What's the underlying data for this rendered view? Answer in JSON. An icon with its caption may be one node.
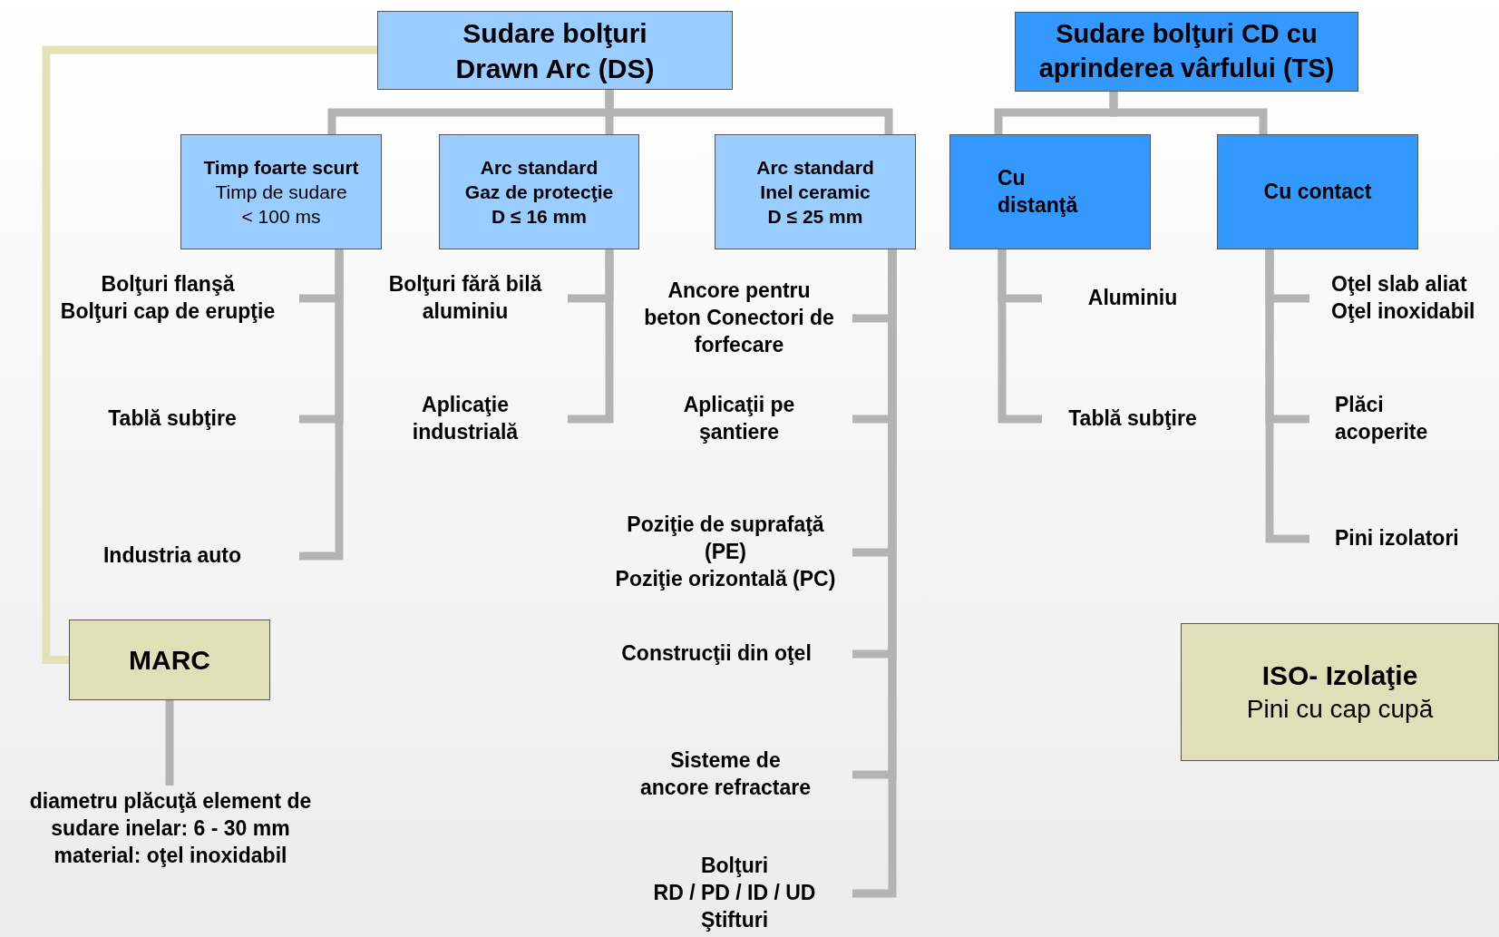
{
  "diagram": {
    "nodes": [
      {
        "text": [
          "Sudare bolţuri Drawn Arc (DS)"
        ]
      },
      {
        "text": [
          "Sudare bolţuri CD cu aprinderea vârfului (TS)"
        ]
      },
      {
        "text": [
          "Timp foarte scurt",
          "Timp de sudare",
          "< 100 ms"
        ]
      },
      {
        "text": [
          "Arc standard",
          "Gaz de protecţie",
          "D ≤ 16 mm"
        ]
      },
      {
        "text": [
          "Arc standard",
          "Inel ceramic",
          "D ≤ 25 mm"
        ]
      },
      {
        "text": [
          "Cu distanţă"
        ]
      },
      {
        "text": [
          "Cu contact"
        ]
      },
      {
        "text": [
          "Bolţuri flanşă",
          "Bolţuri cap de erupţie"
        ]
      },
      {
        "text": [
          "Tablă subţire"
        ]
      },
      {
        "text": [
          "Industria auto"
        ]
      },
      {
        "text": [
          "Bolţuri fără bilă aluminiu"
        ]
      },
      {
        "text": [
          "Aplicaţie industrială"
        ]
      },
      {
        "text": [
          "Ancore pentru beton Conectori de forfecare"
        ]
      },
      {
        "text": [
          "Aplicaţii pe şantiere"
        ]
      },
      {
        "text": [
          "Poziţie de suprafaţă (PE)",
          "Poziţie orizontală (PC)"
        ]
      },
      {
        "text": [
          "Construcţii din oţel"
        ]
      },
      {
        "text": [
          "Sisteme de ancore refractare"
        ]
      },
      {
        "text": [
          "Bolţuri",
          "RD / PD / ID / UD",
          "Ştifturi"
        ]
      },
      {
        "text": [
          "Aluminiu"
        ]
      },
      {
        "text": [
          "Tablă subţire"
        ]
      },
      {
        "text": [
          "Oţel slab aliat",
          "Oţel inoxidabil"
        ]
      },
      {
        "text": [
          "Plăci acoperite"
        ]
      },
      {
        "text": [
          "Pini izolatori"
        ]
      },
      {
        "text": [
          "MARC"
        ]
      },
      {
        "text": [
          "diametru plăcuţă element de sudare inelar: 6 - 30 mm",
          "material: oţel inoxidabil"
        ]
      },
      {
        "text": [
          "ISO- Izolaţie",
          "Pini cu cap cupă"
        ]
      }
    ],
    "edges": [
      {
        "from": 0,
        "to": 2,
        "arrow": "none"
      },
      {
        "from": 0,
        "to": 3,
        "arrow": "none"
      },
      {
        "from": 0,
        "to": 4,
        "arrow": "none"
      },
      {
        "from": 0,
        "to": 23,
        "arrow": "none",
        "color": "#e2e2b4"
      },
      {
        "from": 1,
        "to": 5,
        "arrow": "none"
      },
      {
        "from": 1,
        "to": 6,
        "arrow": "none"
      },
      {
        "from": 2,
        "to": 7,
        "arrow": "none"
      },
      {
        "from": 2,
        "to": 8,
        "arrow": "none"
      },
      {
        "from": 2,
        "to": 9,
        "arrow": "none"
      },
      {
        "from": 3,
        "to": 10,
        "arrow": "none"
      },
      {
        "from": 3,
        "to": 11,
        "arrow": "none"
      },
      {
        "from": 4,
        "to": 12,
        "arrow": "none"
      },
      {
        "from": 4,
        "to": 13,
        "arrow": "none"
      },
      {
        "from": 4,
        "to": 14,
        "arrow": "none"
      },
      {
        "from": 4,
        "to": 15,
        "arrow": "none"
      },
      {
        "from": 4,
        "to": 16,
        "arrow": "none"
      },
      {
        "from": 4,
        "to": 17,
        "arrow": "none"
      },
      {
        "from": 5,
        "to": 18,
        "arrow": "none"
      },
      {
        "from": 5,
        "to": 19,
        "arrow": "none"
      },
      {
        "from": 6,
        "to": 20,
        "arrow": "none"
      },
      {
        "from": 6,
        "to": 21,
        "arrow": "none"
      },
      {
        "from": 6,
        "to": 22,
        "arrow": "none"
      },
      {
        "from": 23,
        "to": 24,
        "arrow": "none"
      }
    ]
  }
}
